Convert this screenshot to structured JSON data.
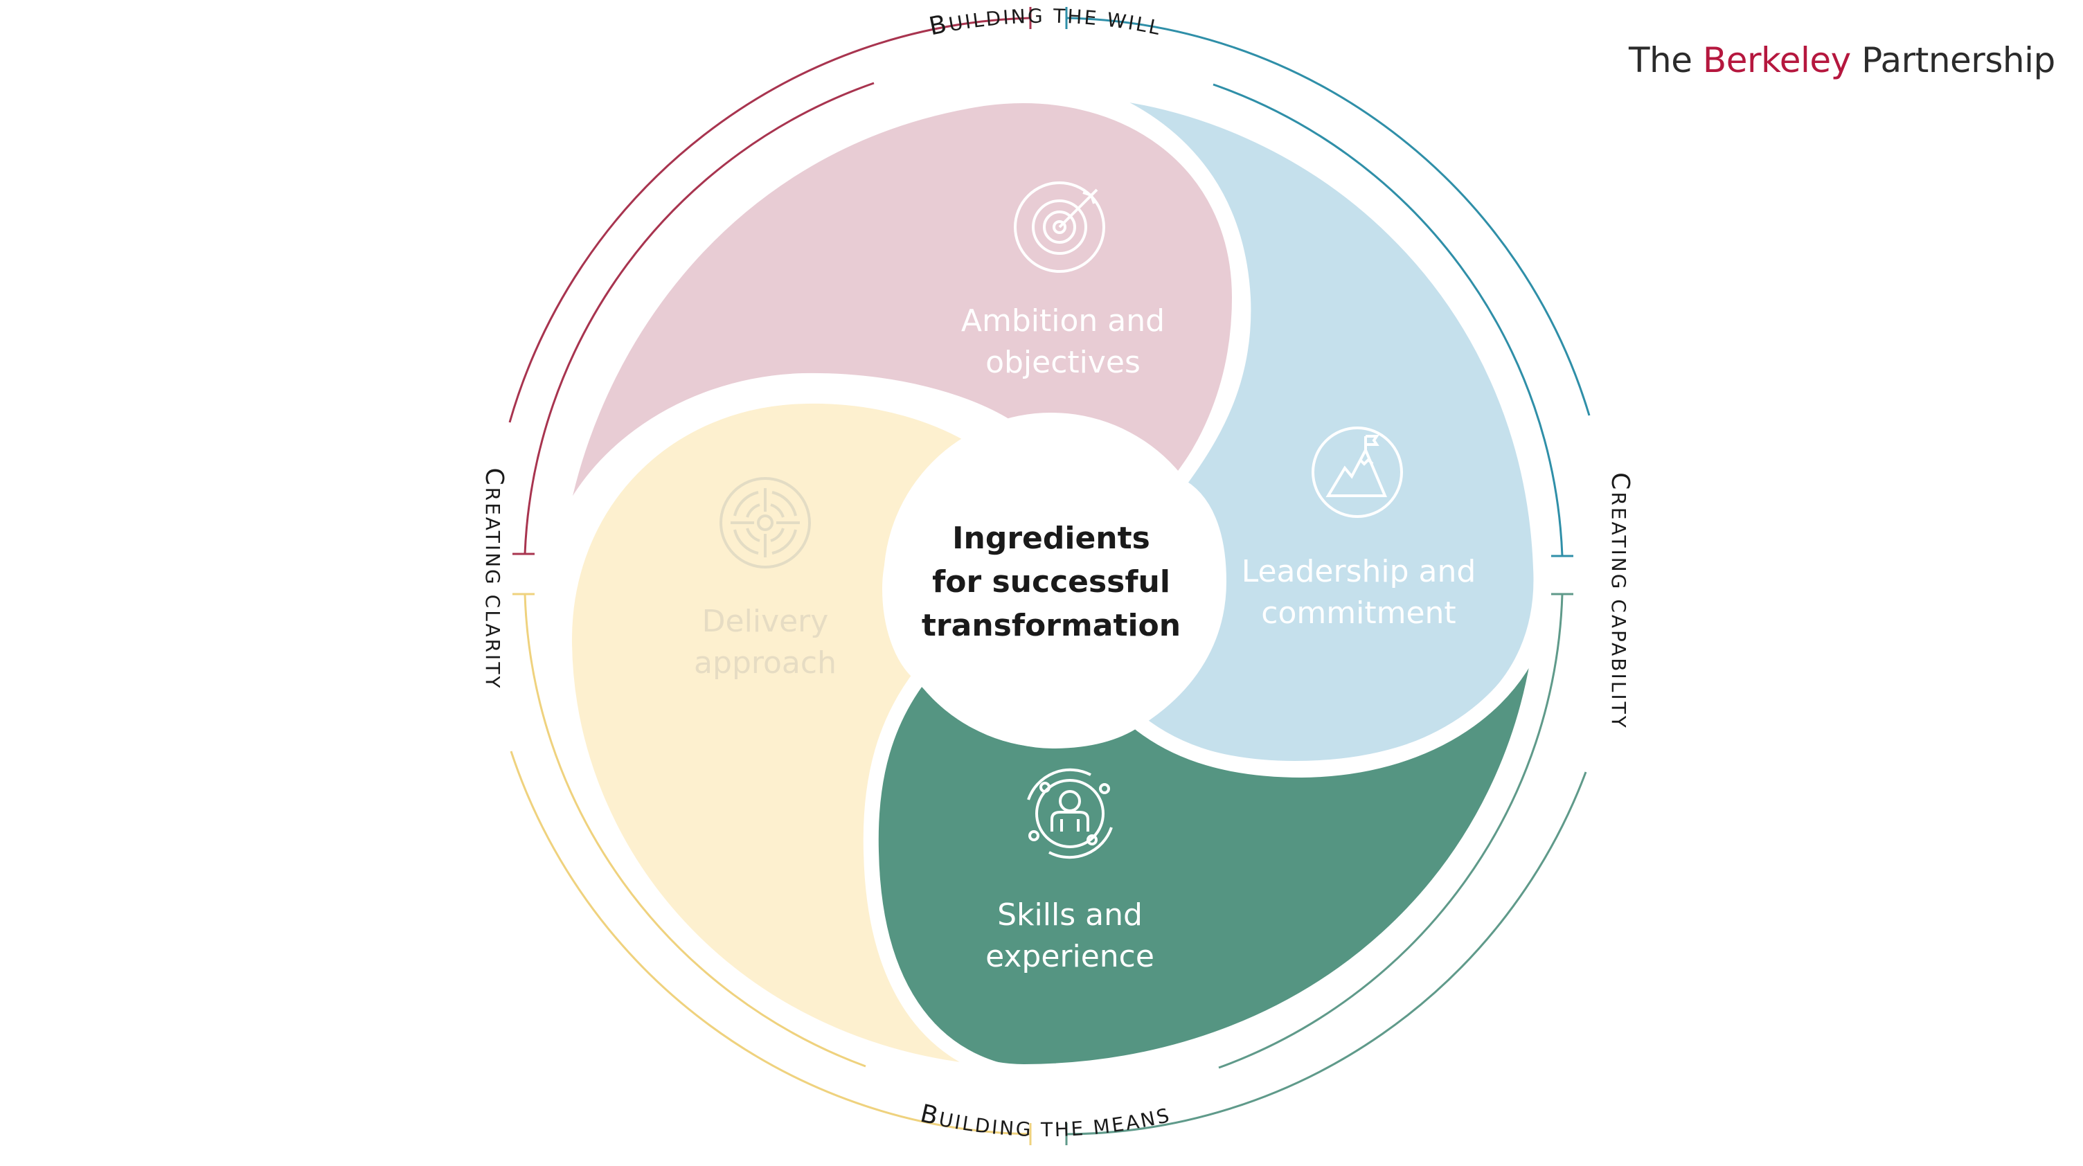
{
  "logo": {
    "prefix": "The",
    "brand": "Berkeley",
    "suffix": "Partnership",
    "brand_color": "#b5173e"
  },
  "center": {
    "lines": [
      "Ingredients",
      "for successful",
      "transformation"
    ]
  },
  "segments": [
    {
      "id": "ambition",
      "lines": [
        "Ambition and",
        "objectives"
      ],
      "icon": "target-arrow-icon",
      "color": "#e8ccd4"
    },
    {
      "id": "leadership",
      "lines": [
        "Leadership and",
        "commitment"
      ],
      "icon": "mountain-flag-icon",
      "color": "#c5e0ec"
    },
    {
      "id": "skills",
      "lines": [
        "Skills and",
        "experience"
      ],
      "icon": "person-orbit-icon",
      "color": "#559582"
    },
    {
      "id": "delivery",
      "lines": [
        "Delivery",
        "approach"
      ],
      "icon": "crosshair-icon",
      "color": "#fdf0cf"
    }
  ],
  "ring_labels": {
    "top": {
      "first": "B",
      "rest": "UILDING THE WILL"
    },
    "bottom": {
      "first": "B",
      "rest": "UILDING THE MEANS"
    },
    "left": {
      "first": "C",
      "rest": "REATING CLARITY"
    },
    "right": {
      "first": "C",
      "rest": "REATING CAPABILITY"
    }
  },
  "ring_colors": {
    "top_left": "#a8344f",
    "top_right": "#2f8fa8",
    "bottom_right": "#5f9a8a",
    "bottom_left": "#efd27e"
  }
}
